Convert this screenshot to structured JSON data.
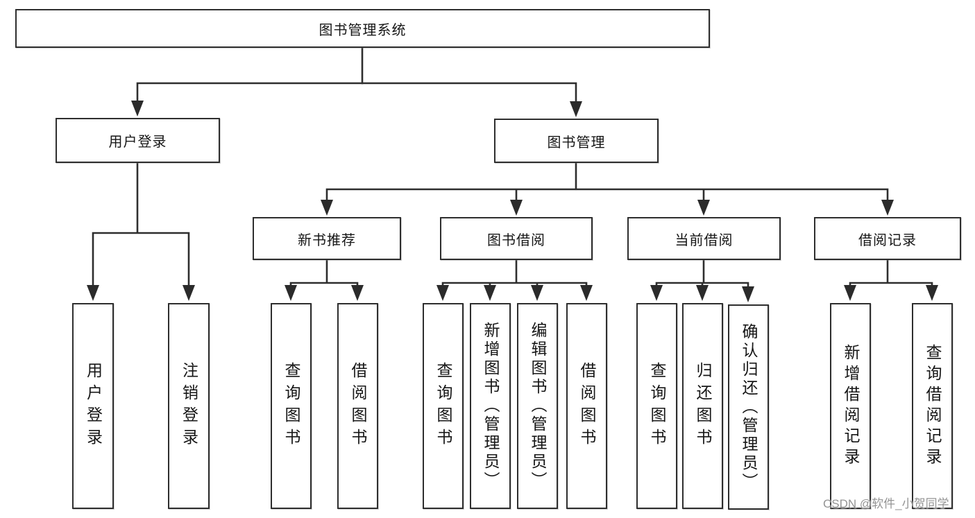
{
  "root": {
    "label": "图书管理系统"
  },
  "level2": {
    "user_login": {
      "label": "用户登录",
      "children": [
        "用户登录",
        "注销登录"
      ]
    },
    "book_mgmt": {
      "label": "图书管理",
      "sections": [
        {
          "label": "新书推荐",
          "children": [
            "查询图书",
            "借阅图书"
          ]
        },
        {
          "label": "图书借阅",
          "children": [
            "查询图书",
            "新增图书（管理员）",
            "编辑图书（管理员）",
            "借阅图书"
          ]
        },
        {
          "label": "当前借阅",
          "children": [
            "查询图书",
            "归还图书",
            "确认归还（管理员）"
          ]
        },
        {
          "label": "借阅记录",
          "children": [
            "新增借阅记录",
            "查询借阅记录"
          ]
        }
      ]
    }
  },
  "watermark": "CSDN @软件_小贺同学",
  "colors": {
    "line": "#2e2e2e",
    "border": "#2e2e2e",
    "text": "#161616",
    "watermark": "#949494",
    "background": "#ffffff"
  }
}
